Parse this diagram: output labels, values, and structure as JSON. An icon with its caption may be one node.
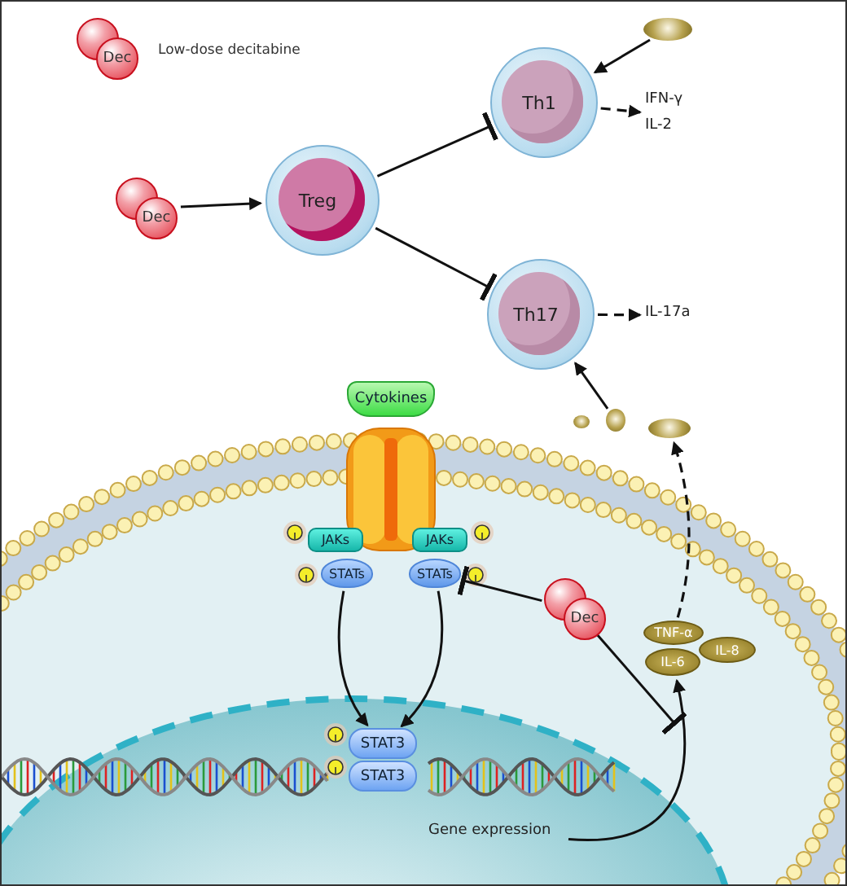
{
  "diagram": {
    "nodes": [
      {
        "text": [
          "Dec"
        ],
        "beside": [
          "Low-dose decitabine"
        ]
      },
      {
        "text": [
          "Dec"
        ]
      },
      {
        "text": [
          "Treg"
        ]
      },
      {
        "text": [
          "Th1"
        ]
      },
      {
        "text": [
          "Th17"
        ]
      },
      {
        "text": [],
        "shape": "circle"
      },
      {
        "text": [
          "IFN-γ",
          "IL-2"
        ]
      },
      {
        "text": [
          "IL-17a"
        ]
      },
      {
        "text": [
          "Cytokines"
        ]
      },
      {
        "text": [
          "JAKs"
        ]
      },
      {
        "text": [
          "JAKs"
        ]
      },
      {
        "text": [
          "STATs"
        ]
      },
      {
        "text": [
          "STATs"
        ]
      },
      {
        "text": [
          "Dec"
        ]
      },
      {
        "text": [
          "TNF-α"
        ]
      },
      {
        "text": [
          "IL-6"
        ]
      },
      {
        "text": [
          "IL-8"
        ]
      },
      {
        "text": [],
        "shape": "circle"
      },
      {
        "text": [],
        "shape": "circle"
      },
      {
        "text": [],
        "shape": "circle"
      },
      {
        "text": [
          "STAT3"
        ]
      },
      {
        "text": [
          "STAT3"
        ]
      },
      {
        "text": [
          "Gene expression"
        ]
      }
    ],
    "edges": [
      {
        "from": 1,
        "to": 2,
        "arrow": "to"
      },
      {
        "from": 2,
        "to": 3,
        "arrow": "other"
      },
      {
        "from": 2,
        "to": 4,
        "arrow": "other"
      },
      {
        "from": 5,
        "to": 3,
        "arrow": "to"
      },
      {
        "from": 3,
        "to": 6,
        "arrow": "to",
        "style": "dashed"
      },
      {
        "from": 4,
        "to": 7,
        "arrow": "to",
        "style": "dashed"
      },
      {
        "from": 18,
        "to": 4,
        "arrow": "to"
      },
      {
        "from": 14,
        "to": 19,
        "arrow": "to",
        "style": "dashed"
      },
      {
        "from": 13,
        "to": 12,
        "arrow": "other"
      },
      {
        "from": 13,
        "to": null,
        "arrow": "other"
      },
      {
        "from": 11,
        "to": 20,
        "arrow": "to"
      },
      {
        "from": 12,
        "to": 20,
        "arrow": "to"
      },
      {
        "from": 22,
        "to": 15,
        "arrow": "to"
      }
    ]
  }
}
